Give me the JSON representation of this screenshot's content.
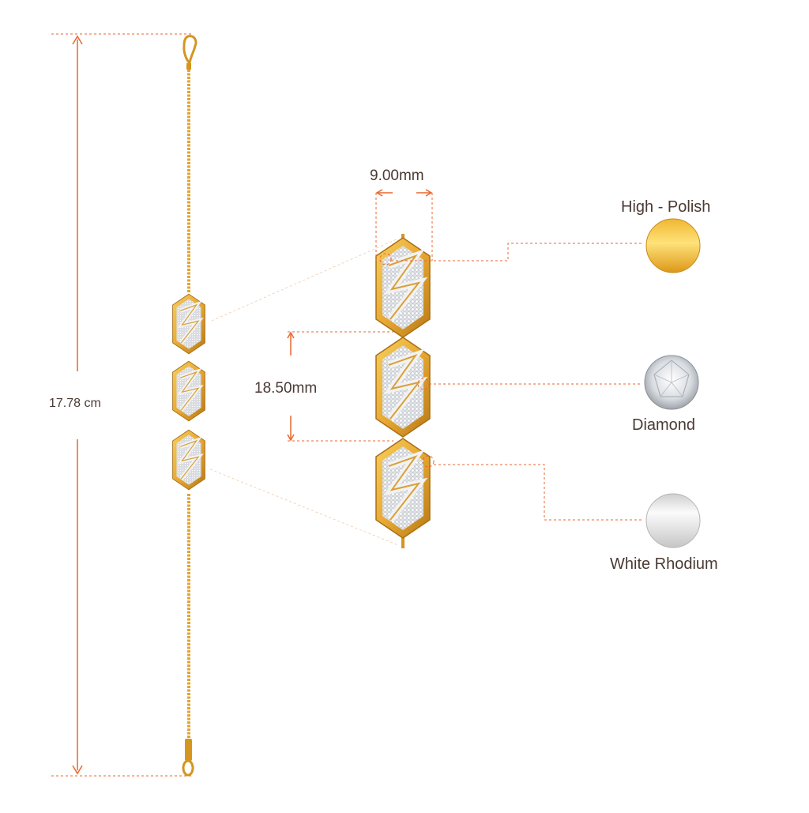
{
  "dimensions": {
    "total_length": "17.78 cm",
    "pendant_width": "9.00mm",
    "motif_height": "18.50mm"
  },
  "finishes": [
    {
      "label": "High - Polish",
      "icon": "gold-polish-swatch-icon"
    },
    {
      "label": "Diamond",
      "icon": "diamond-swatch-icon"
    },
    {
      "label": "White Rhodium",
      "icon": "white-rhodium-swatch-icon"
    }
  ],
  "colors": {
    "dimension_line": "#e8672f",
    "gold": "#e8a832",
    "gold_dark": "#b07414",
    "rhodium": "#e4e4e4",
    "text": "#4a3a34"
  }
}
